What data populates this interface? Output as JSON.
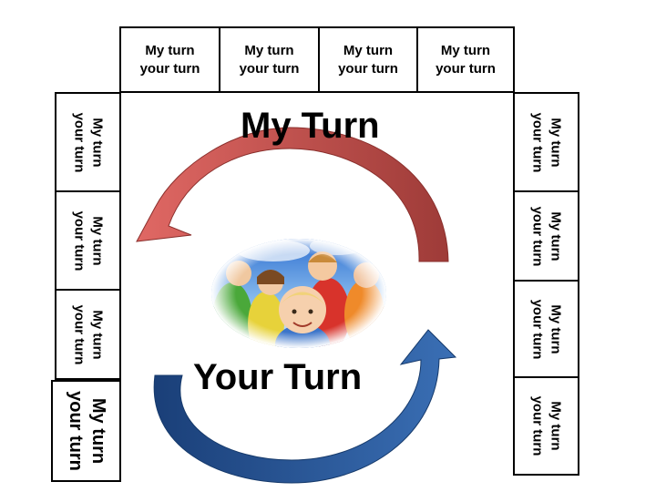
{
  "cards": {
    "top": [
      {
        "line1": "My turn",
        "line2": "your turn"
      },
      {
        "line1": "My turn",
        "line2": "your turn"
      },
      {
        "line1": "My turn",
        "line2": "your turn"
      },
      {
        "line1": "My turn",
        "line2": "your turn"
      }
    ],
    "left": [
      {
        "line1": "My turn",
        "line2": "your turn"
      },
      {
        "line1": "My turn",
        "line2": "your turn"
      },
      {
        "line1": "My turn",
        "line2": "your turn"
      },
      {
        "line1": "My turn",
        "line2": "your turn"
      }
    ],
    "right": [
      {
        "line1": "My turn",
        "line2": "your turn"
      },
      {
        "line1": "My turn",
        "line2": "your turn"
      },
      {
        "line1": "My turn",
        "line2": "your turn"
      },
      {
        "line1": "My turn",
        "line2": "your turn"
      }
    ]
  },
  "headings": {
    "my_turn": "My Turn",
    "your_turn": "Your Turn"
  },
  "arrows": {
    "top_color": "#c0504d",
    "bottom_color": "#1f4e8c"
  },
  "photo": {
    "subject": "children-smiling-photo"
  }
}
